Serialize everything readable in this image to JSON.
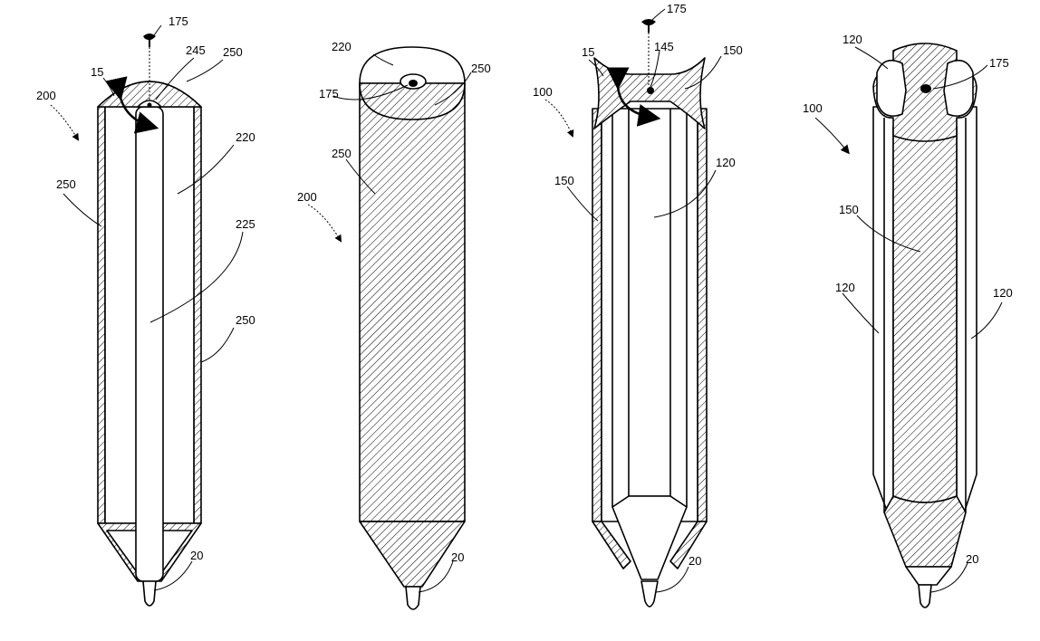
{
  "figures": [
    {
      "id": "fig-a",
      "labels": {
        "l175": "175",
        "l245": "245",
        "l250_top": "250",
        "l15": "15",
        "l200": "200",
        "l220": "220",
        "l250_left": "250",
        "l225": "225",
        "l250_right": "250",
        "l20": "20"
      }
    },
    {
      "id": "fig-b",
      "labels": {
        "l220": "220",
        "l250_top": "250",
        "l175": "175",
        "l250_body": "250",
        "l200": "200",
        "l20": "20"
      }
    },
    {
      "id": "fig-c",
      "labels": {
        "l175": "175",
        "l15": "15",
        "l145": "145",
        "l150_top": "150",
        "l100": "100",
        "l150_left": "150",
        "l120": "120",
        "l20": "20"
      }
    },
    {
      "id": "fig-d",
      "labels": {
        "l120_top": "120",
        "l175": "175",
        "l100": "100",
        "l150": "150",
        "l120_left": "120",
        "l120_right": "120",
        "l20": "20"
      }
    }
  ]
}
